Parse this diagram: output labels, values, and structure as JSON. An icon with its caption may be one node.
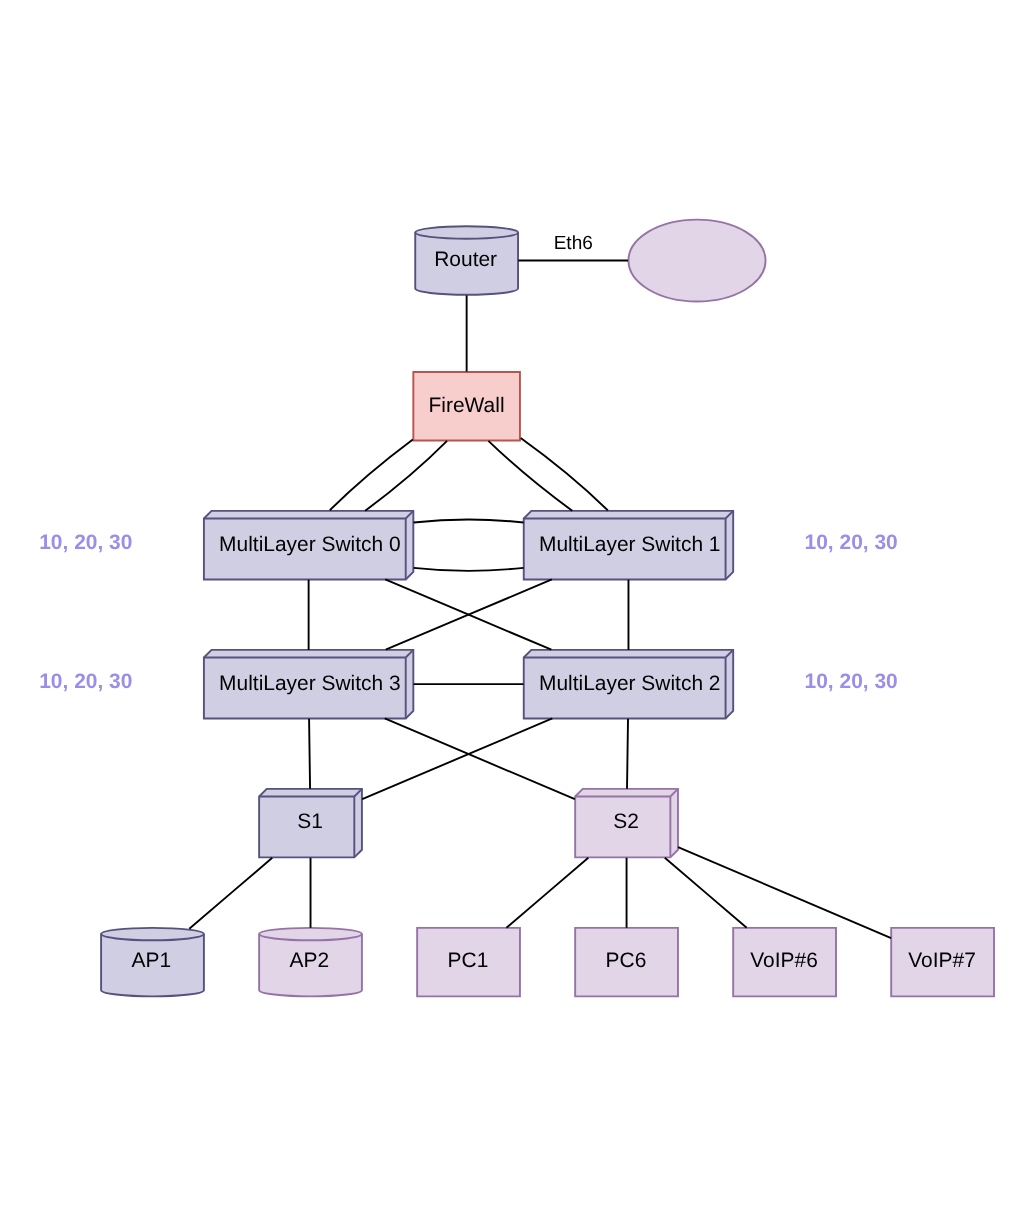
{
  "diagram": {
    "nodes": [
      {
        "text": [],
        "shape": "cloud"
      },
      {
        "text": [
          "Router"
        ]
      },
      {
        "text": [
          "FireWall"
        ]
      },
      {
        "text": [
          "MultiLayer Switch 0"
        ],
        "beside": [
          "10, 20, 30"
        ]
      },
      {
        "text": [
          "MultiLayer Switch 1"
        ],
        "beside": [
          "10, 20, 30"
        ]
      },
      {
        "text": [
          "MultiLayer Switch 3"
        ],
        "beside": [
          "10, 20, 30"
        ]
      },
      {
        "text": [
          "MultiLayer Switch 2"
        ],
        "beside": [
          "10, 20, 30"
        ]
      },
      {
        "text": [
          "S1"
        ]
      },
      {
        "text": [
          "S2"
        ]
      },
      {
        "text": [
          "AP1"
        ]
      },
      {
        "text": [
          "AP2"
        ]
      },
      {
        "text": [
          "VoIP#6"
        ]
      },
      {
        "text": [
          "VoIP#7"
        ]
      },
      {
        "text": [
          "PC1"
        ]
      },
      {
        "text": [
          "PC6"
        ]
      }
    ],
    "edges": [
      {
        "from": 1,
        "to": 0,
        "arrow": "none",
        "label": "Eth6"
      },
      {
        "from": 2,
        "to": 1,
        "arrow": "none"
      },
      {
        "from": 2,
        "to": 3,
        "arrow": "none"
      },
      {
        "from": 2,
        "to": 3,
        "arrow": "none"
      },
      {
        "from": 2,
        "to": 4,
        "arrow": "none"
      },
      {
        "from": 2,
        "to": 4,
        "arrow": "none"
      },
      {
        "from": 3,
        "to": 4,
        "arrow": "none"
      },
      {
        "from": 3,
        "to": 4,
        "arrow": "none"
      },
      {
        "from": 3,
        "to": 5,
        "arrow": "none"
      },
      {
        "from": 3,
        "to": 6,
        "arrow": "none"
      },
      {
        "from": 4,
        "to": 5,
        "arrow": "none"
      },
      {
        "from": 4,
        "to": 6,
        "arrow": "none"
      },
      {
        "from": 5,
        "to": 6,
        "arrow": "none"
      },
      {
        "from": 5,
        "to": 7,
        "arrow": "none"
      },
      {
        "from": 5,
        "to": 8,
        "arrow": "none"
      },
      {
        "from": 6,
        "to": 7,
        "arrow": "none"
      },
      {
        "from": 6,
        "to": 8,
        "arrow": "none"
      },
      {
        "from": 7,
        "to": 9,
        "arrow": "none"
      },
      {
        "from": 7,
        "to": 10,
        "arrow": "none"
      },
      {
        "from": 8,
        "to": 11,
        "arrow": "none"
      },
      {
        "from": 8,
        "to": 13,
        "arrow": "none"
      },
      {
        "from": 8,
        "to": 12,
        "arrow": "none"
      },
      {
        "from": 8,
        "to": 14,
        "arrow": "none"
      }
    ]
  }
}
